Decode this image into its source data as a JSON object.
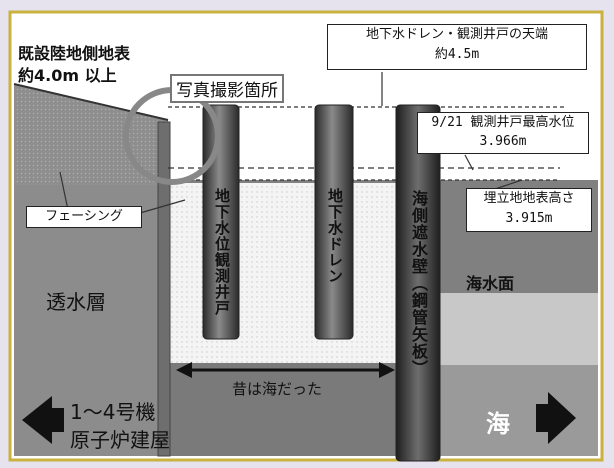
{
  "diagram": {
    "ground_label_line1": "既設陸地側地表",
    "ground_label_line2": "約4.0m 以上",
    "photo_label": "写真撮影箇所",
    "top_level": {
      "line1": "地下水ドレン・観測井戸の天端",
      "line2": "約4.5m"
    },
    "max_water": {
      "line1": "9/21 観測井戸最高水位",
      "line2": "3.966m"
    },
    "landfill": {
      "line1": "埋立地地表高さ",
      "line2": "3.915m"
    },
    "facing_label": "フェーシング",
    "permeable_label": "透水層",
    "sea_level_label": "海水面",
    "pillar_observation_well": "地下水位観測井戸",
    "pillar_drain": "地下水ドレン",
    "pillar_sea_wall": "海側遮水壁（鋼管矢板）",
    "former_sea_label": "昔は海だった",
    "building_arrow": {
      "line1": "1〜4号機",
      "line2": "原子炉建屋"
    },
    "sea_arrow_label": "海"
  },
  "colors": {
    "background": "#e6e2ee",
    "border": "#c9b23f",
    "permeable_layer": "#7f7f7f",
    "landfill": "#f2f2f2",
    "sea": "#c4c4c4",
    "pillar": "#4a4a4a",
    "photo_circle": "#8a8a8a"
  }
}
